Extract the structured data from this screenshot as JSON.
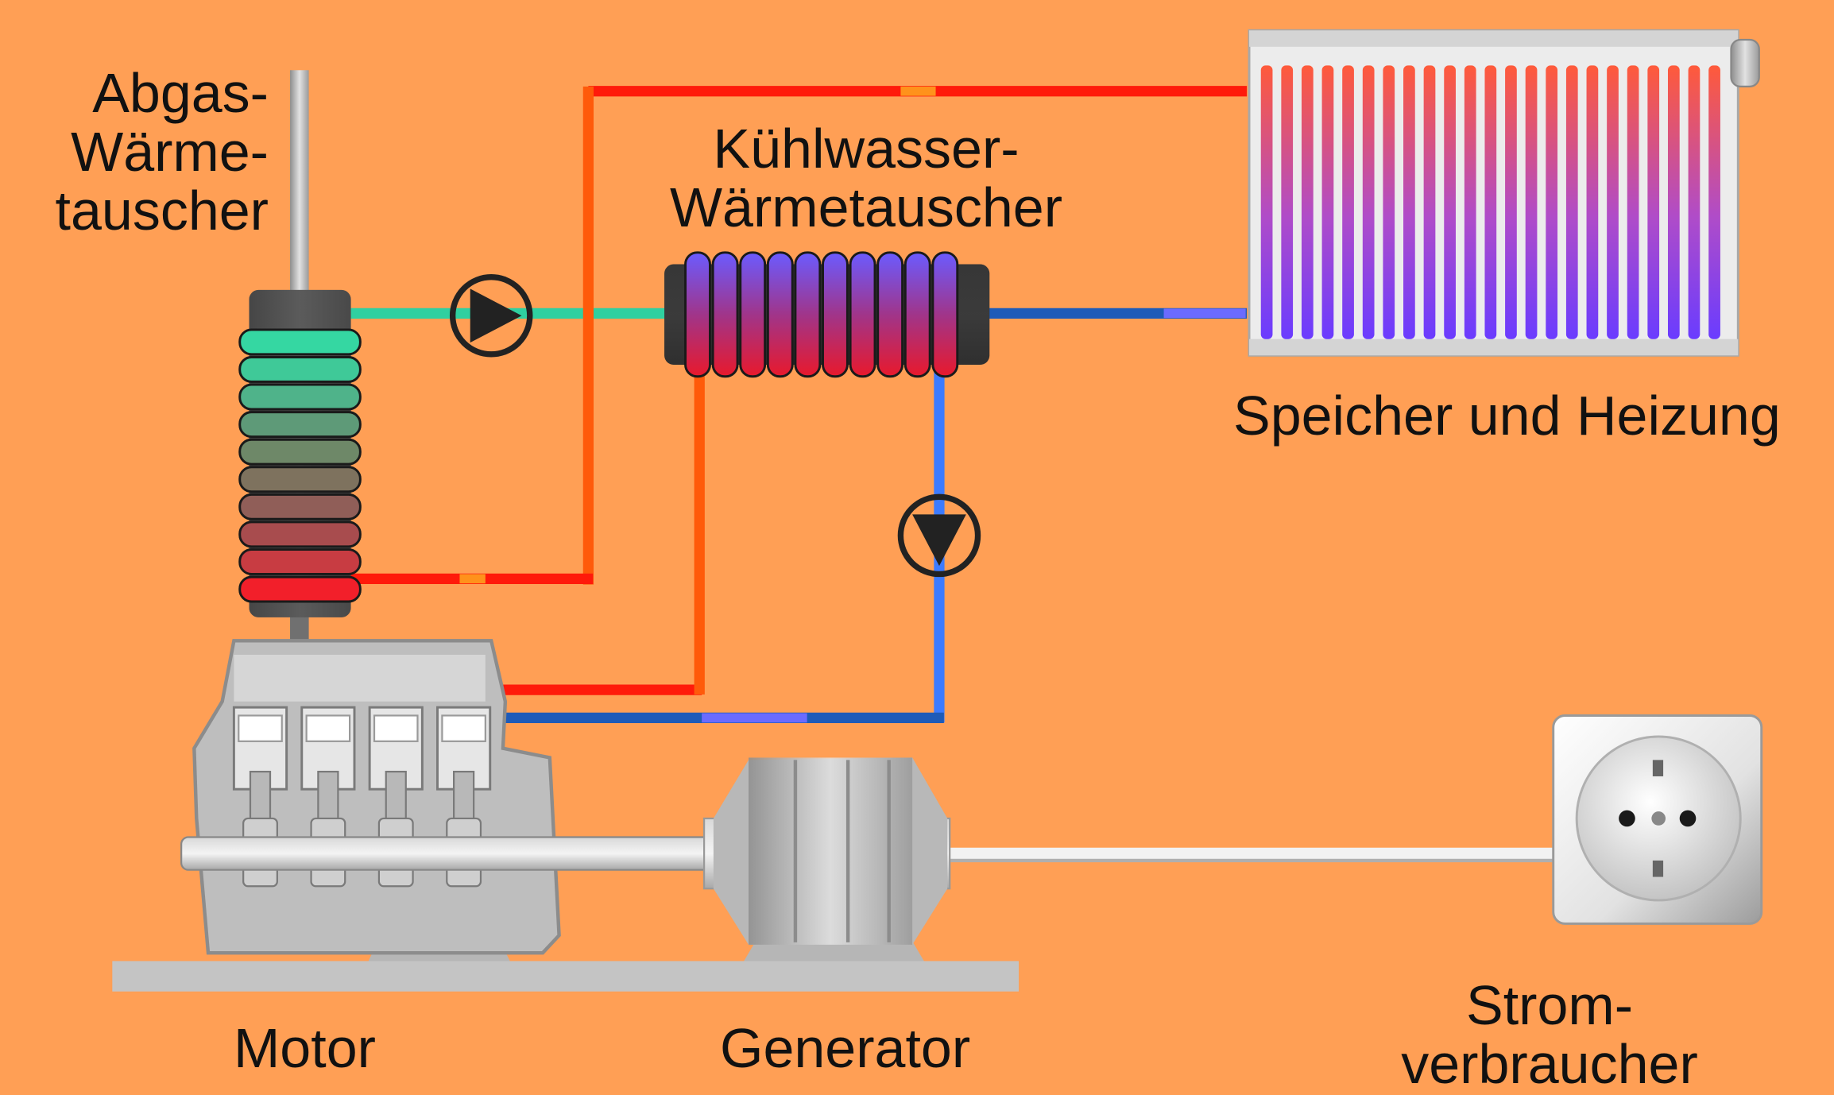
{
  "labels": {
    "abgas": [
      "Abgas-",
      "Wärme-",
      "tauscher"
    ],
    "kuehlwasser": [
      "Kühlwasser-",
      "Wärmetauscher"
    ],
    "speicher": "Speicher und Heizung",
    "motor": "Motor",
    "generator": "Generator",
    "strom": [
      "Strom-",
      "verbraucher"
    ]
  },
  "colors": {
    "background": "#FF9F55",
    "hot_pipe": "#FF1A0A",
    "cold_pipe": "#1E5BB8",
    "exhaust_loop": "#2FD0A0",
    "machine_gray": "#C8C8C8"
  }
}
